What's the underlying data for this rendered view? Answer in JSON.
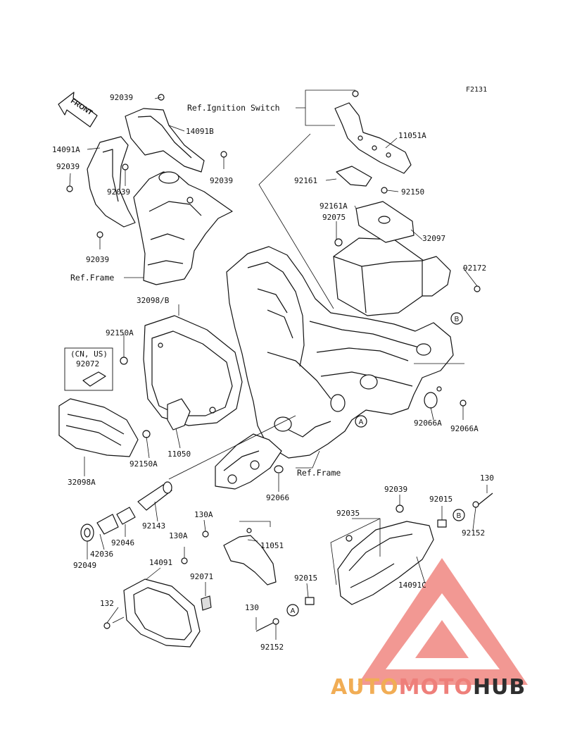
{
  "figure_id": "F2131",
  "front_marker": "FRONT",
  "part_labels": [
    {
      "id": "p1",
      "text": "92039"
    },
    {
      "id": "p2",
      "text": "14091B"
    },
    {
      "id": "p3",
      "text": "14091A"
    },
    {
      "id": "p4",
      "text": "92039"
    },
    {
      "id": "p5",
      "text": "92039"
    },
    {
      "id": "p6",
      "text": "92039"
    },
    {
      "id": "p7",
      "text": "92039"
    },
    {
      "id": "p8",
      "text": "11051A"
    },
    {
      "id": "p9",
      "text": "92161"
    },
    {
      "id": "p10",
      "text": "92150"
    },
    {
      "id": "p11",
      "text": "92161A"
    },
    {
      "id": "p12",
      "text": "92075"
    },
    {
      "id": "p13",
      "text": "32097"
    },
    {
      "id": "p14",
      "text": "92172"
    },
    {
      "id": "p15",
      "text": "32098/B"
    },
    {
      "id": "p16",
      "text": "92150A"
    },
    {
      "id": "p17",
      "text": "92072"
    },
    {
      "id": "p18",
      "text": "11050"
    },
    {
      "id": "p19",
      "text": "92150A"
    },
    {
      "id": "p20",
      "text": "32098A"
    },
    {
      "id": "p21",
      "text": "92066A"
    },
    {
      "id": "p22",
      "text": "92066A"
    },
    {
      "id": "p23",
      "text": "92066"
    },
    {
      "id": "p24",
      "text": "92143"
    },
    {
      "id": "p25",
      "text": "42036"
    },
    {
      "id": "p26",
      "text": "92046"
    },
    {
      "id": "p27",
      "text": "92049"
    },
    {
      "id": "p28",
      "text": "130A"
    },
    {
      "id": "p29",
      "text": "130A"
    },
    {
      "id": "p30",
      "text": "11051"
    },
    {
      "id": "p31",
      "text": "14091"
    },
    {
      "id": "p32",
      "text": "92071"
    },
    {
      "id": "p33",
      "text": "132"
    },
    {
      "id": "p34",
      "text": "92039"
    },
    {
      "id": "p35",
      "text": "92015"
    },
    {
      "id": "p36",
      "text": "130"
    },
    {
      "id": "p37",
      "text": "92035"
    },
    {
      "id": "p38",
      "text": "92152"
    },
    {
      "id": "p39",
      "text": "14091C"
    },
    {
      "id": "p40",
      "text": "92015"
    },
    {
      "id": "p41",
      "text": "130"
    },
    {
      "id": "p42",
      "text": "92152"
    }
  ],
  "ref_labels": [
    {
      "id": "r1",
      "text": "Ref.Ignition Switch"
    },
    {
      "id": "r2",
      "text": "Ref.Frame"
    },
    {
      "id": "r3",
      "text": "Ref.Frame"
    }
  ],
  "region_note": "(CN, US)",
  "callouts": [
    {
      "id": "c1",
      "text": "B"
    },
    {
      "id": "c2",
      "text": "A"
    },
    {
      "id": "c3",
      "text": "B"
    },
    {
      "id": "c4",
      "text": "A"
    }
  ],
  "watermark": {
    "part1": "AUTO",
    "part2": "MOTO",
    "part3": "HUB",
    "colors": {
      "auto": "#f1ad55",
      "moto": "#ee7f7a",
      "hub": "#2e2e2e",
      "logo": "#e8453c"
    }
  }
}
